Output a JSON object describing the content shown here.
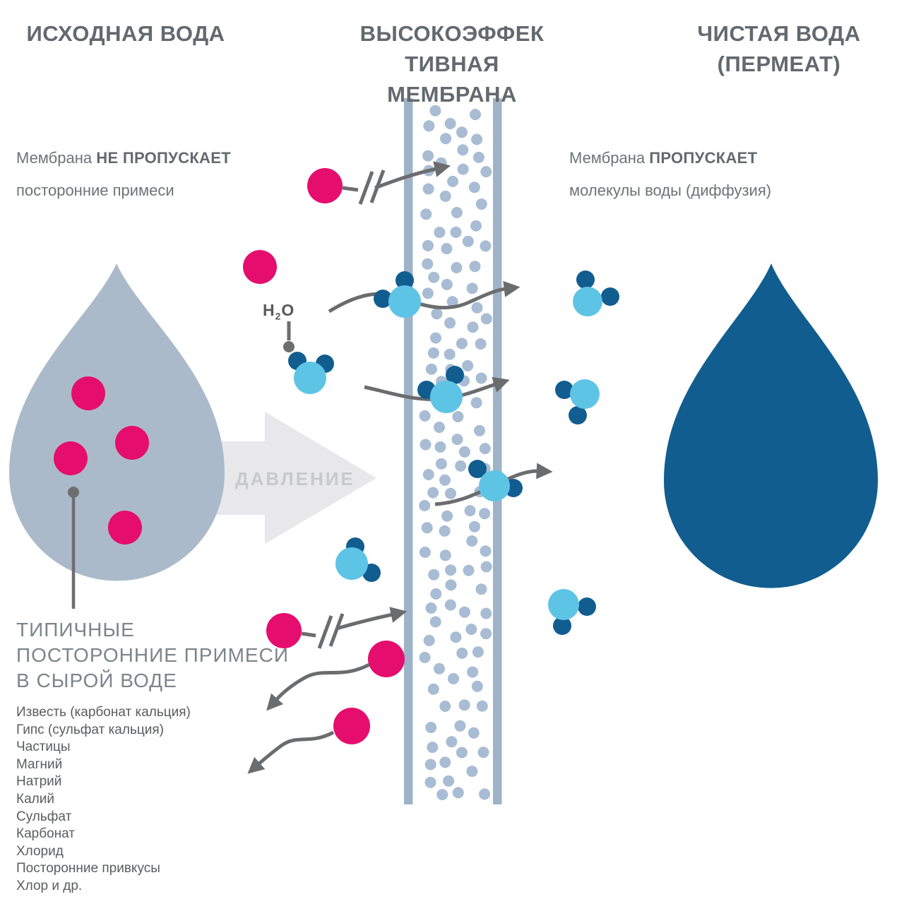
{
  "titles": {
    "left": "ИСХОДНАЯ ВОДА",
    "center_lines": [
      "ВЫСОКОЭФФЕК",
      "ТИВНАЯ",
      "МЕМБРАНА"
    ],
    "right_lines": [
      "ЧИСТАЯ ВОДА",
      "(ПЕРМЕАТ)"
    ]
  },
  "left_note": {
    "prefix": "Мембрана ",
    "bold": "НЕ ПРОПУСКАЕТ",
    "line2": "посторонние примеси"
  },
  "right_note": {
    "prefix": "Мембрана ",
    "bold": "ПРОПУСКАЕТ",
    "line2": "молекулы воды (диффузия)"
  },
  "pressure_label": "ДАВЛЕНИЕ",
  "h2o": {
    "h": "H",
    "sub": "2",
    "o": "O"
  },
  "impurities": {
    "heading_lines": [
      "ТИПИЧНЫЕ",
      "ПОСТОРОННИЕ ПРИМЕСИ",
      "В СЫРОЙ ВОДЕ"
    ],
    "items": [
      "Известь (карбонат кальция)",
      "Гипс (сульфат кальция)",
      "Частицы",
      "Магний",
      "Натрий",
      "Калий",
      "Сульфат",
      "Карбонат",
      "Хлорид",
      "Посторонние привкусы",
      "Хлор и др."
    ]
  },
  "colors": {
    "impurity_pink": "#e50d6d",
    "water_molecule_light_blue": "#5ec4e6",
    "water_dark_blue": "#115d90",
    "raw_water_droplet_gray": "#abbacb",
    "membrane_blue_gray": "#9eb3c8",
    "membrane_pore_dot": "#a8bcd4",
    "arrow_gray": "#6b6c6e",
    "pressure_arrow_fill": "#e8e8ea",
    "pressure_text": "#c7c9cc",
    "title_gray": "#63696e"
  }
}
